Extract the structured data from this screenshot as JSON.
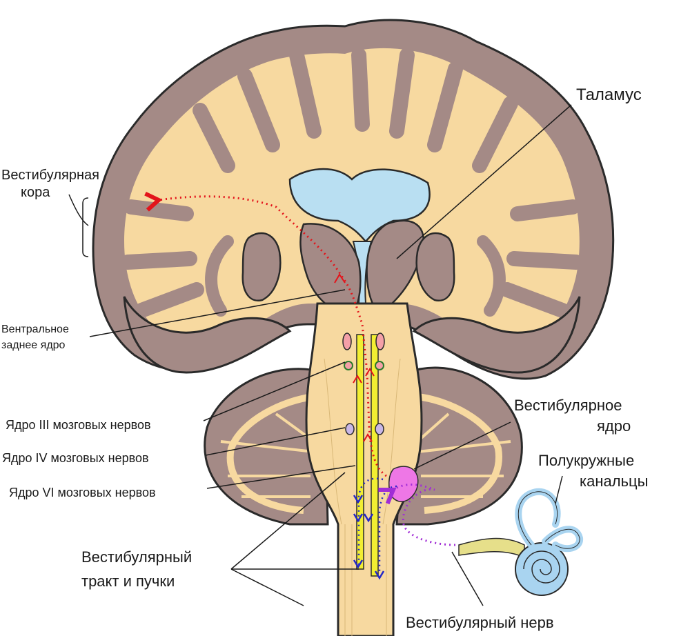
{
  "labels": {
    "thalamus": "Таламус",
    "vestibular_cortex_line1": "Вестибулярная",
    "vestibular_cortex_line2": "кора",
    "ventral_nucleus_line1": "Вентральное",
    "ventral_nucleus_line2": "заднее ядро",
    "nucleus_iii": "Ядро III мозговых нервов",
    "nucleus_iv": "Ядро IV мозговых нервов",
    "nucleus_vi": "Ядро VI мозговых нервов",
    "vestibular_nucleus_line1": "Вестибулярное",
    "vestibular_nucleus_line2": "ядро",
    "semicircular_line1": "Полукружные",
    "semicircular_line2": "канальцы",
    "vestibular_tract_line1": "Вестибулярный",
    "vestibular_tract_line2": "тракт и пучки",
    "vestibular_nerve": "Вестибулярный нерв"
  },
  "colors": {
    "gray_matter": "#a48a86",
    "white_matter": "#f7d9a0",
    "ventricle": "#b9dff2",
    "thalamus_fill": "#a48a86",
    "tract_yellow": "#f2ee32",
    "ascending_path": "#e3141b",
    "descending_path": "#2227c9",
    "nerve_path": "#a12dd6",
    "vestibular_nucleus": "#ee77e6",
    "inner_ear": "#a9d4f0",
    "outline": "#2a2a2a"
  }
}
